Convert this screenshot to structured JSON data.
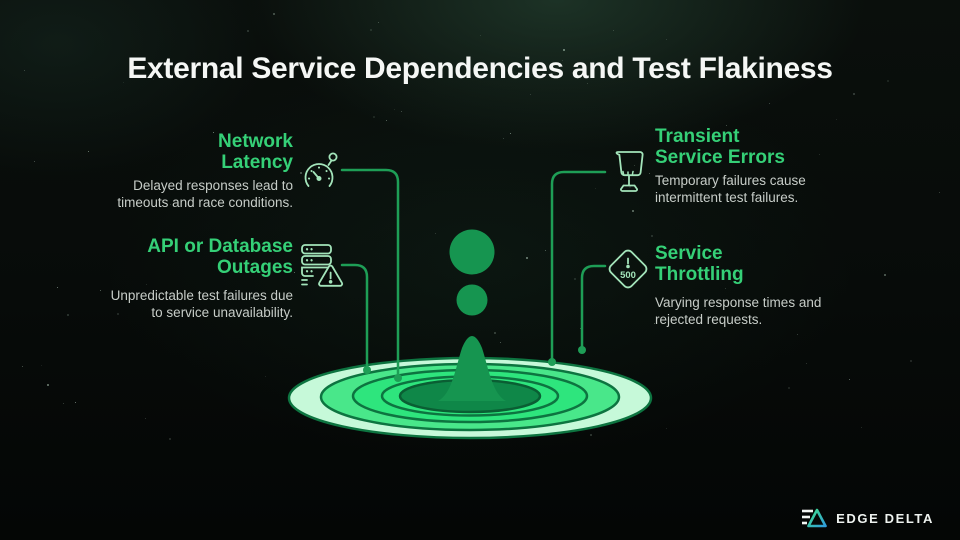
{
  "slide": {
    "title": "External Service Dependencies and Test Flakiness"
  },
  "features": [
    {
      "id": "network-latency",
      "icon": "gauge-icon",
      "heading_line1": "Network",
      "heading_line2": "Latency",
      "body": "Delayed responses lead to timeouts and race conditions."
    },
    {
      "id": "api-database-outages",
      "icon": "database-warning-icon",
      "heading_line1": "API or Database",
      "heading_line2": "Outages",
      "body": "Unpredictable test failures due to service unavailability."
    },
    {
      "id": "transient-service-errors",
      "icon": "cracked-glass-icon",
      "heading_line1": "Transient",
      "heading_line2": "Service Errors",
      "body": "Temporary failures cause intermittent test failures."
    },
    {
      "id": "service-throttling",
      "icon": "error-500-diamond-icon",
      "heading_line1": "Service",
      "heading_line2": "Throttling",
      "body": "Varying response times and rejected requests."
    }
  ],
  "icon_labels": {
    "throttle_alert": "!",
    "throttle_code": "500"
  },
  "logo": {
    "text": "EDGE DELTA"
  },
  "colors": {
    "heading_green": "#35d077",
    "body_gray": "#c7cdc8",
    "icon_stroke": "#a3e4ba",
    "connector_green": "#1e9e56",
    "pool_mint": "#c6f9d9",
    "pool_green": "#49e78a",
    "pool_bright": "#2ee57d",
    "pool_dark_center": "#0f8748",
    "droplet_green": "#169550",
    "title_white": "#f5f7f5"
  }
}
